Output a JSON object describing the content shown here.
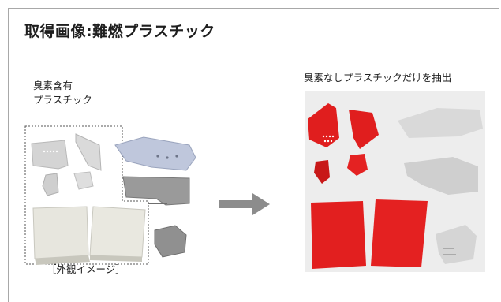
{
  "title": "取得画像:難燃プラスチック",
  "labels": {
    "containing_line1": "臭素含有",
    "containing_line2": "プラスチック",
    "result": "臭素なしプラスチックだけを抽出",
    "appearance": "［外観イメージ］"
  },
  "colors": {
    "highlight": "#e01e1e",
    "plastic_grey": "#c9c9c9",
    "plastic_blue": "#bfc7dc",
    "arrow": "#8c8c8c",
    "slab": "#e7e6de"
  }
}
